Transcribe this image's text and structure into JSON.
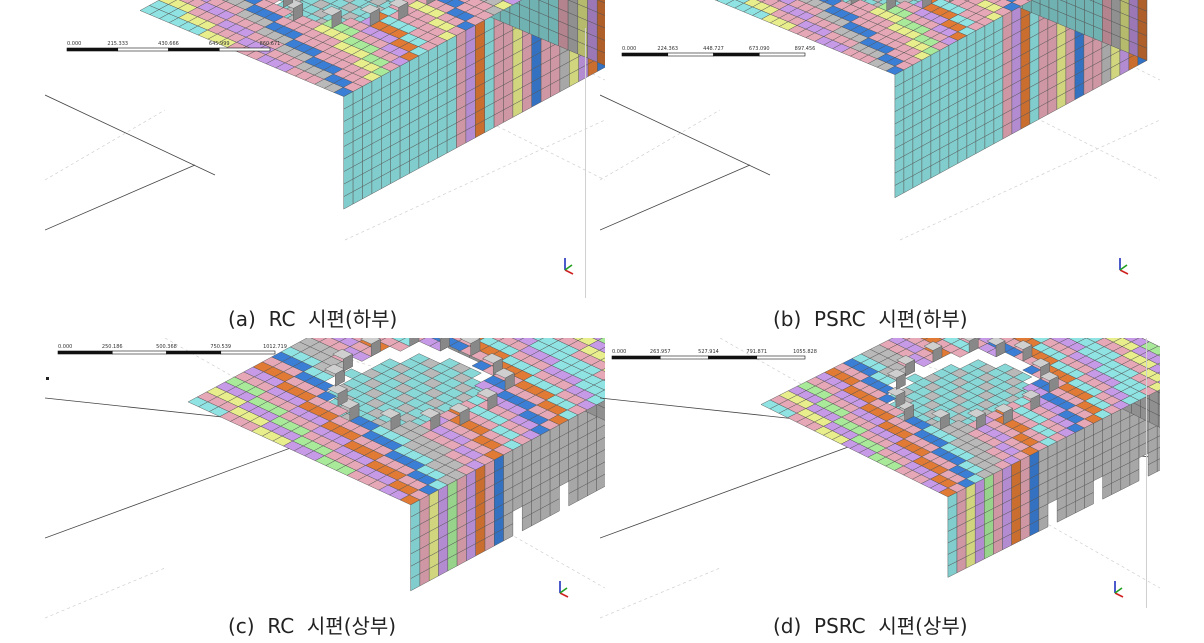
{
  "figure": {
    "panels": [
      {
        "id": "a",
        "caption": "(a)  RC  시편(하부)",
        "scale_ticks": [
          "0.000",
          "215.333",
          "430.666",
          "645.999",
          "860.671"
        ],
        "view": "bottom"
      },
      {
        "id": "b",
        "caption": "(b)  PSRC  시편(하부)",
        "scale_ticks": [
          "0.000",
          "224.363",
          "448.727",
          "673.090",
          "897.456"
        ],
        "view": "bottom"
      },
      {
        "id": "c",
        "caption": "(c)  RC  시편(상부)",
        "scale_ticks": [
          "0.000",
          "250.186",
          "500.368",
          "750.539",
          "1012.719"
        ],
        "view": "top"
      },
      {
        "id": "d",
        "caption": "(d)  PSRC  시편(상부)",
        "scale_ticks": [
          "0.000",
          "263.957",
          "527.914",
          "791.871",
          "1055.828"
        ],
        "view": "top"
      }
    ],
    "colors": {
      "cyan": "#8fe3e3",
      "pink": "#e6a8b6",
      "violet": "#c79ae8",
      "yellow": "#e8ee8c",
      "green": "#a8ea9a",
      "orange": "#e07a35",
      "blue": "#3a7ed6",
      "gray": "#b9b9b9",
      "grid": "#555555"
    }
  }
}
